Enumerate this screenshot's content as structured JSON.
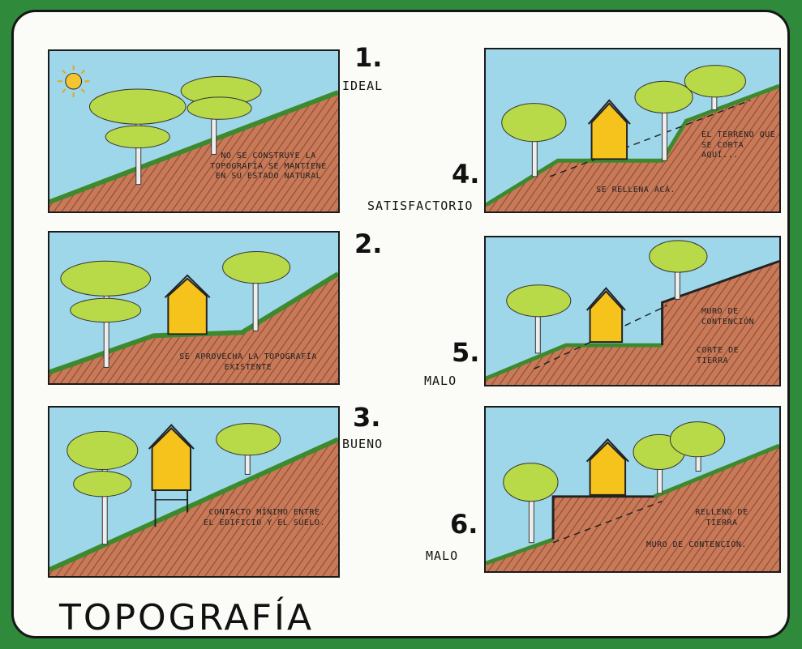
{
  "title": "TOPOGRAFÍA",
  "colors": {
    "sky": "#9fd7ea",
    "soil": "#c87958",
    "soil_hatch": "#8e4a33",
    "grass": "#3d8a2e",
    "tree_canopy": "#b8d948",
    "tree_trunk": "#eeeeee",
    "house": "#f6c21c",
    "sun": "#f3c531",
    "frame": "#161616",
    "background": "#2f8a3c"
  },
  "panels": [
    {
      "number": "1.",
      "rating": "IDEAL",
      "notes": [
        "NO SE CONSTRUYE LA TOPOGRAFÍA SE MANTIENE EN SU ESTADO NATURAL"
      ]
    },
    {
      "number": "2.",
      "rating": "",
      "notes": [
        "SE APROVECHA LA TOPOGRAFÍA EXISTENTE"
      ]
    },
    {
      "number": "3.",
      "rating": "BUENO",
      "notes": [
        "CONTACTO MÍNIMO ENTRE EL EDIFICIO Y EL SUELO."
      ]
    },
    {
      "number": "4.",
      "rating": "SATISFACTORIO",
      "notes": [
        "EL TERRENO QUE SE CORTA AQUÍ...",
        "SE RELLENA ACÁ."
      ]
    },
    {
      "number": "5.",
      "rating": "MALO",
      "notes": [
        "MURO DE CONTENCIÓN",
        "CORTE DE TIERRA"
      ]
    },
    {
      "number": "6.",
      "rating": "MALO",
      "notes": [
        "RELLENO DE TIERRA",
        "MURO DE CONTENCIÓN."
      ]
    }
  ]
}
